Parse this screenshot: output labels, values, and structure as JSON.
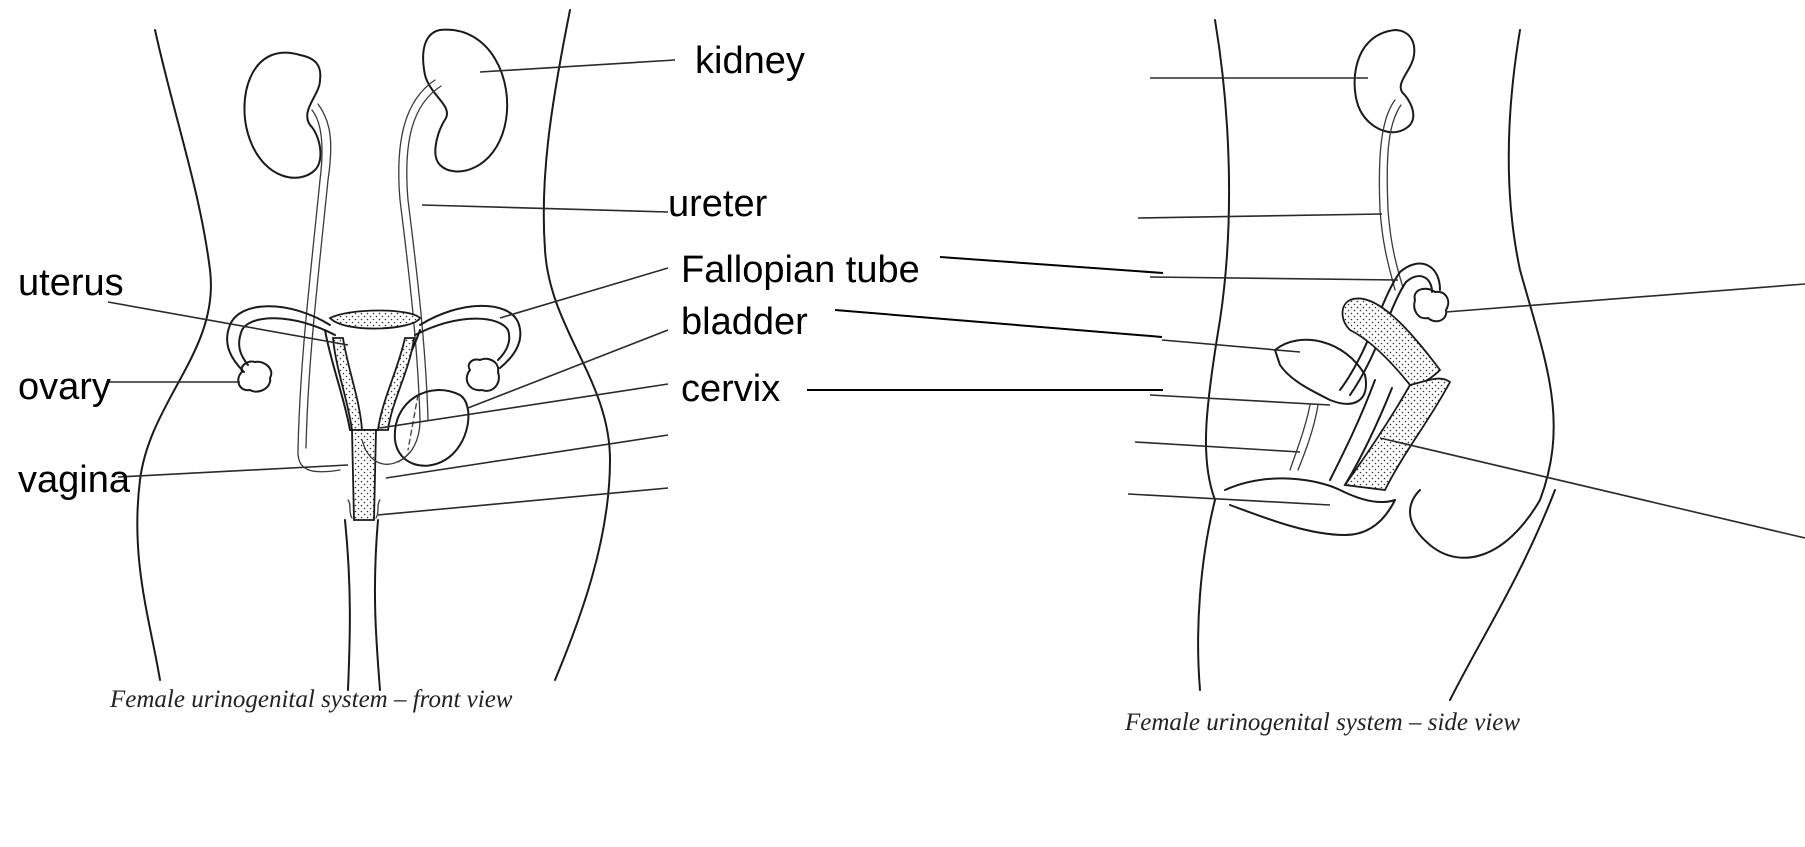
{
  "labels": {
    "kidney": "kidney",
    "ureter": "ureter",
    "fallopian_tube": "Fallopian tube",
    "bladder": "bladder",
    "cervix": "cervix",
    "uterus": "uterus",
    "ovary": "ovary",
    "vagina": "vagina"
  },
  "captions": {
    "front_view": "Female urinogenital system – front view",
    "side_view": "Female urinogenital system – side view"
  }
}
